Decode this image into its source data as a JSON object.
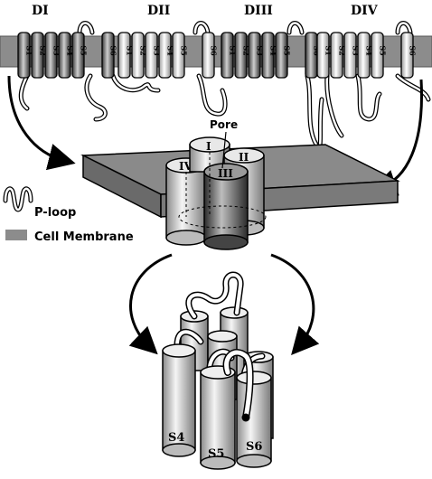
{
  "domains": [
    {
      "label": "DI",
      "segments": [
        "S1",
        "S2",
        "S3",
        "S4",
        "S5",
        "S6"
      ],
      "shade": "dark"
    },
    {
      "label": "DII",
      "segments": [
        "S1",
        "S2",
        "S3",
        "S4",
        "S5",
        "S6"
      ],
      "shade": "light"
    },
    {
      "label": "DIII",
      "segments": [
        "S1",
        "S2",
        "S3",
        "S4",
        "S5",
        "S6"
      ],
      "shade": "dark"
    },
    {
      "label": "DIV",
      "segments": [
        "S1",
        "S2",
        "S3",
        "S4",
        "S5",
        "S6"
      ],
      "shade": "light"
    }
  ],
  "pore": {
    "label": "Pore",
    "subunits": [
      "I",
      "II",
      "III",
      "IV"
    ]
  },
  "legend": {
    "ploop_label": "P-loop",
    "membrane_label": "Cell Membrane"
  },
  "helix_labels": {
    "s4": "S4",
    "s5": "S5",
    "s6": "S6"
  },
  "colors": {
    "membrane": "#8c8c8c",
    "outline": "#000000",
    "background": "#ffffff"
  }
}
